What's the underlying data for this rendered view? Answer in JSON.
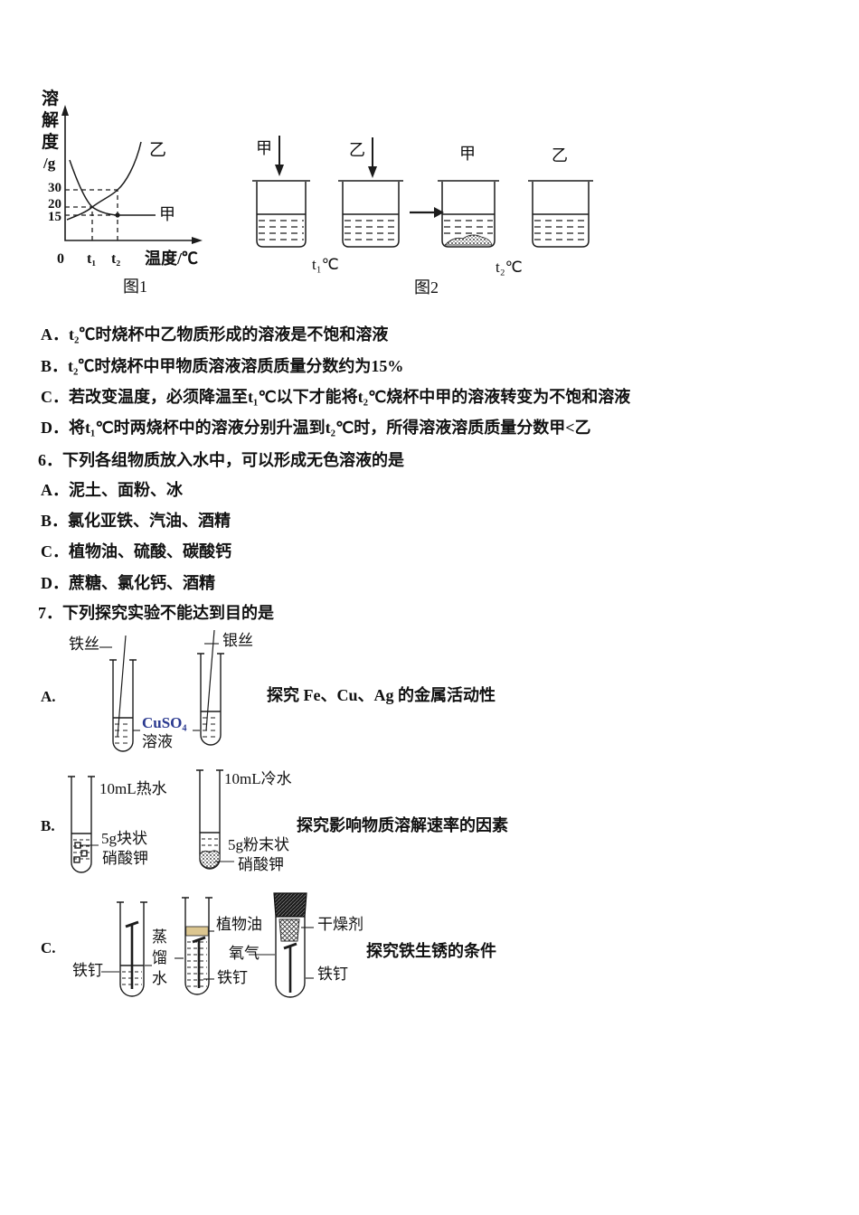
{
  "fig1": {
    "caption": "图1",
    "ylabel": [
      "溶",
      "解",
      "度",
      "/g"
    ],
    "yticks": [
      "30",
      "20",
      "15"
    ],
    "xorigin": "0",
    "xtick1": "t₁",
    "xtick2": "t₂",
    "xlabel": "温度/℃",
    "curve_jia": "甲",
    "curve_yi": "乙"
  },
  "fig2": {
    "caption": "图2",
    "add1": "甲",
    "add2": "乙",
    "top3": "甲",
    "top4": "乙",
    "temp1": "t₁℃",
    "temp2": "t₂℃"
  },
  "q5": {
    "options": [
      "A．t₂℃时烧杯中乙物质形成的溶液是不饱和溶液",
      "B．t₂℃时烧杯中甲物质溶液溶质质量分数约为15%",
      "C．若改变温度，必须降温至t₁℃以下才能将t₂℃烧杯中甲的溶液转变为不饱和溶液",
      "D．将t₁℃时两烧杯中的溶液分别升温到t₂℃时，所得溶液溶质质量分数甲<乙"
    ]
  },
  "q6": {
    "stem": "6．下列各组物质放入水中，可以形成无色溶液的是",
    "options": [
      "A．泥土、面粉、冰",
      "B．氯化亚铁、汽油、酒精",
      "C．植物油、硫酸、碳酸钙",
      "D．蔗糖、氯化钙、酒精"
    ]
  },
  "q7": {
    "stem": "7．下列探究实验不能达到目的是",
    "a": {
      "label": "A.",
      "wire1": "铁丝",
      "wire2": "银丝",
      "sol1": "CuSO₄",
      "sol2": "溶液",
      "purpose": "探究 Fe、Cu、Ag 的金属活动性"
    },
    "b": {
      "label": "B.",
      "hot": "10mL热水",
      "cold": "10mL冷水",
      "k1a": "5g块状",
      "k1b": "硝酸钾",
      "k2a": "5g粉末状",
      "k2b": "硝酸钾",
      "purpose": "探究影响物质溶解速率的因素"
    },
    "c": {
      "label": "C.",
      "nail1": "铁钉",
      "water1": "蒸",
      "water2": "馏",
      "water3": "水",
      "oil": "植物油",
      "nail2": "铁钉",
      "oxygen": "氧气",
      "drier": "干燥剂",
      "nail3": "铁钉",
      "purpose": "探究铁生锈的条件"
    }
  },
  "colors": {
    "ink": "#1c1c1c",
    "cuso4_navy": "#2b3a90",
    "oil_tan": "#dcc690"
  }
}
